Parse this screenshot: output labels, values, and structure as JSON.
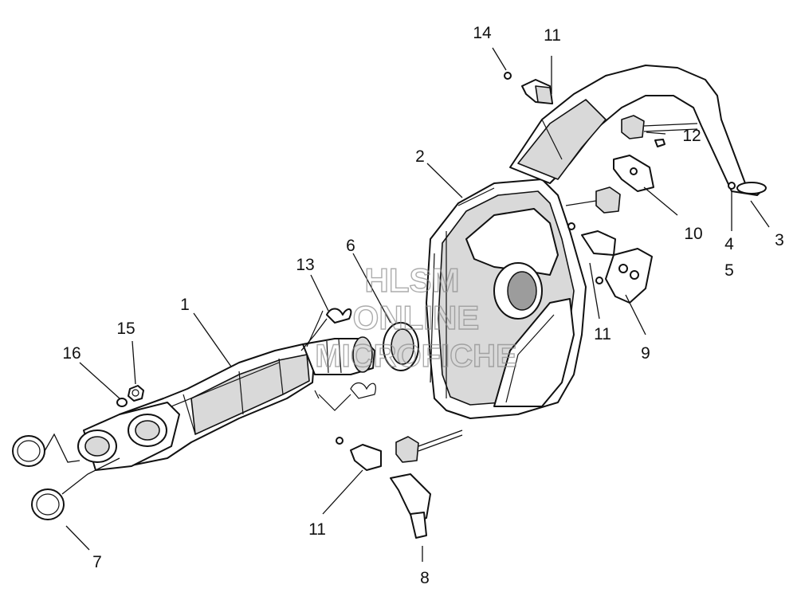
{
  "watermark": {
    "line1": "HLSM",
    "line2": "ONLINE",
    "line3": "MICROFICHE"
  },
  "callouts": [
    {
      "id": "c1",
      "label": "1"
    },
    {
      "id": "c2",
      "label": "2"
    },
    {
      "id": "c3",
      "label": "3"
    },
    {
      "id": "c4",
      "label": "4"
    },
    {
      "id": "c5",
      "label": "5"
    },
    {
      "id": "c6",
      "label": "6"
    },
    {
      "id": "c7",
      "label": "7"
    },
    {
      "id": "c8",
      "label": "8"
    },
    {
      "id": "c9",
      "label": "9"
    },
    {
      "id": "c10",
      "label": "10"
    },
    {
      "id": "c11a",
      "label": "11"
    },
    {
      "id": "c11b",
      "label": "11"
    },
    {
      "id": "c11c",
      "label": "11"
    },
    {
      "id": "c12",
      "label": "12"
    },
    {
      "id": "c13",
      "label": "13"
    },
    {
      "id": "c14",
      "label": "14"
    },
    {
      "id": "c15",
      "label": "15"
    },
    {
      "id": "c16",
      "label": "16"
    }
  ]
}
